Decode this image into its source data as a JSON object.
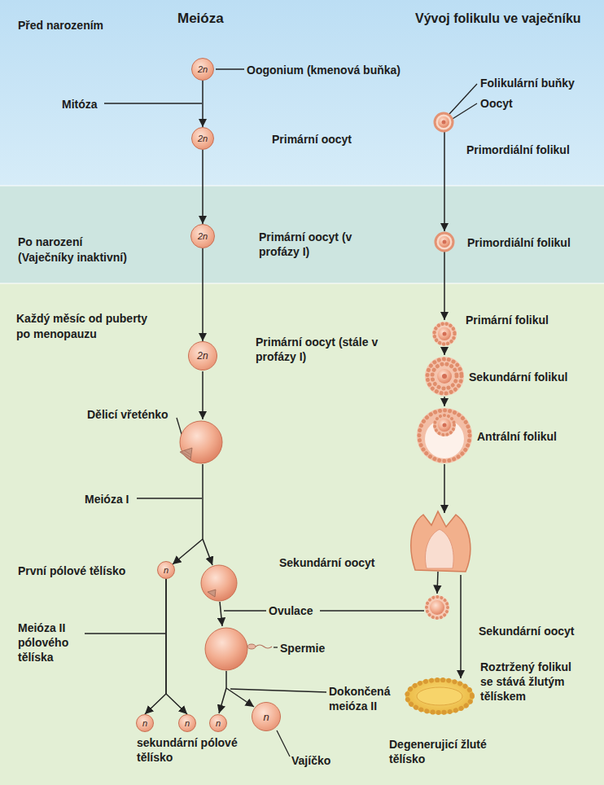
{
  "diagram": {
    "nodes": [
      {
        "text": [
          "Před narozením"
        ]
      },
      {
        "text": [
          "2n"
        ],
        "in": 0
      },
      {
        "text": [
          "2n"
        ],
        "in": 0
      },
      {
        "text": [
          "Po narození (Vaječníky inaktivní)"
        ]
      },
      {
        "text": [
          "2n"
        ],
        "in": 3
      },
      {
        "text": [
          "Každý měsíc od puberty po menopauzu"
        ]
      },
      {
        "text": [
          "2n"
        ],
        "in": 5
      },
      {
        "text": [
          "n"
        ],
        "in": 5
      },
      {
        "text": [
          "n"
        ],
        "in": 5
      },
      {
        "text": [
          "n"
        ],
        "in": 5
      },
      {
        "text": [
          "n"
        ],
        "in": 5
      },
      {
        "text": [
          "n"
        ],
        "in": 5
      }
    ],
    "edges": [
      {
        "from": 1,
        "to": 2,
        "arrow": "to"
      },
      {
        "from": 2,
        "to": 4,
        "arrow": "to"
      },
      {
        "from": 4,
        "to": 6,
        "arrow": "to"
      },
      {
        "from": 7,
        "to": 8,
        "arrow": "to"
      },
      {
        "from": 7,
        "to": 9,
        "arrow": "to"
      }
    ],
    "labels": [
      "Meióza",
      "Vývoj folikulu ve vaječníku",
      "Oogonium (kmenová buňka)",
      "Mitóza",
      "Primární oocyt",
      "Folikulární buňky",
      "Oocyt",
      "Primordiální folikul",
      "Primární oocyt (v profázy I)",
      "Primordiální folikul",
      "Primární folikul",
      "Primární oocyt (stále v profázy I)",
      "Sekundární folikul",
      "Dělicí vřeténko",
      "Antrální folikul",
      "Meióza I",
      "První pólové tělísko",
      "Sekundární oocyt",
      "Ovulace",
      "Meióza II pólového tělíska",
      "Spermie",
      "Sekundární oocyt",
      "Dokončená meióza II",
      "Roztržený folikul se stává žlutým tělískem",
      "sekundární pólové tělísko",
      "Vajíčko",
      "Degenerujicí žluté tělísko"
    ]
  }
}
